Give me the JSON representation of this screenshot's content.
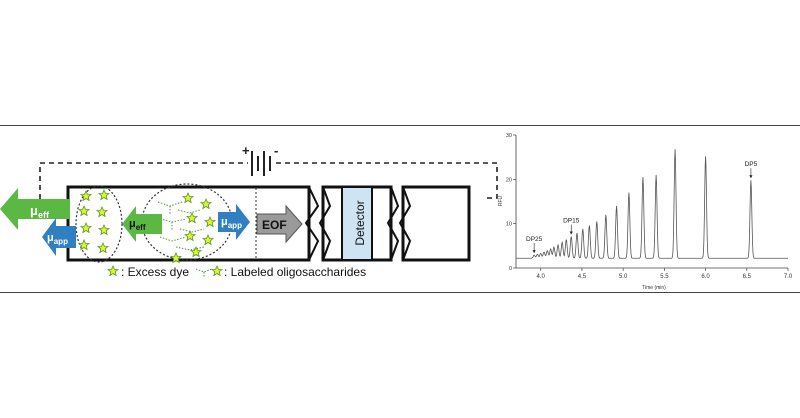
{
  "diagram": {
    "mu_eff": "μ",
    "mu_eff_sub": "eff",
    "mu_app": "μ",
    "mu_app_sub": "app",
    "eof": "EOF",
    "detector": "Detector",
    "battery_plus": "+",
    "battery_minus": "-",
    "legend_dye": ": Excess dye",
    "legend_labeled": ": Labeled oligosaccharides",
    "colors": {
      "green": "#5bb843",
      "blue": "#2f7fc1",
      "gray": "#9a9a9a",
      "star": "#e7ef2a",
      "detector": "#cfe4f3"
    }
  },
  "chart_data": {
    "type": "line",
    "xlabel": "Time (min)",
    "ylabel": "RFU",
    "xlim": [
      3.7,
      7.0
    ],
    "ylim": [
      0,
      30
    ],
    "xticks": [
      "4.0",
      "4.5",
      "5.0",
      "5.5",
      "6.0",
      "6.5",
      "7.0"
    ],
    "yticks": [
      "0",
      "10",
      "20",
      "30"
    ],
    "baseline": 2.2,
    "peaks": [
      {
        "x": 3.92,
        "y": 2.9
      },
      {
        "x": 3.96,
        "y": 3.1
      },
      {
        "x": 4.0,
        "y": 3.3
      },
      {
        "x": 4.04,
        "y": 3.6
      },
      {
        "x": 4.08,
        "y": 3.9
      },
      {
        "x": 4.12,
        "y": 4.3
      },
      {
        "x": 4.16,
        "y": 4.7
      },
      {
        "x": 4.21,
        "y": 5.2
      },
      {
        "x": 4.26,
        "y": 5.8
      },
      {
        "x": 4.31,
        "y": 6.4
      },
      {
        "x": 4.37,
        "y": 7.1
      },
      {
        "x": 4.44,
        "y": 7.9
      },
      {
        "x": 4.51,
        "y": 8.8
      },
      {
        "x": 4.59,
        "y": 9.6
      },
      {
        "x": 4.68,
        "y": 10.5
      },
      {
        "x": 4.79,
        "y": 12.0
      },
      {
        "x": 4.92,
        "y": 14.0
      },
      {
        "x": 5.07,
        "y": 17.0
      },
      {
        "x": 5.24,
        "y": 20.5
      },
      {
        "x": 5.4,
        "y": 21.0
      },
      {
        "x": 5.63,
        "y": 26.8
      },
      {
        "x": 6.0,
        "y": 25.2
      },
      {
        "x": 6.55,
        "y": 19.8
      }
    ],
    "annotations": [
      {
        "text": "DP25",
        "x": 3.92,
        "y": 2.9
      },
      {
        "text": "DP15",
        "x": 4.37,
        "y": 7.1
      },
      {
        "text": "DP5",
        "x": 6.55,
        "y": 19.8
      }
    ]
  }
}
